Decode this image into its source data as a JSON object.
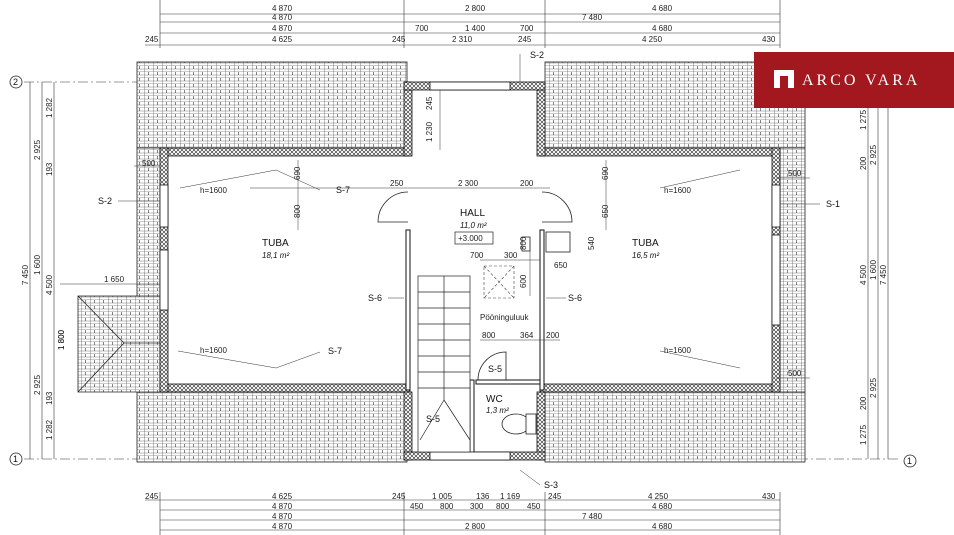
{
  "dims_top": {
    "row1": [
      "4 870",
      "2 800",
      "4 680"
    ],
    "row2": [
      "4 870",
      "7 480"
    ],
    "row3": [
      "4 870",
      "700",
      "1 400",
      "700",
      "4 680"
    ],
    "row4": [
      "245",
      "4 625",
      "245",
      "2 310",
      "245",
      "4 250",
      "430"
    ]
  },
  "dims_bottom": {
    "row1": [
      "245",
      "4 625",
      "245",
      "1 005",
      "136",
      "1 169",
      "245",
      "4 250",
      "430"
    ],
    "row2": [
      "4 870",
      "450",
      "800",
      "300",
      "800",
      "450",
      "4 680"
    ],
    "row3": [
      "4 870",
      "7 480"
    ],
    "row4": [
      "4 870",
      "2 800",
      "4 680"
    ]
  },
  "dims_left": {
    "outer": [
      "7 450"
    ],
    "mid": [
      "2 925",
      "1 600",
      "2 925"
    ],
    "mid2": [
      "4 500"
    ],
    "inner": [
      "1 282",
      "193",
      "1 800",
      "193",
      "1 282"
    ]
  },
  "dims_right": {
    "outer": [
      "7 450"
    ],
    "mid": [
      "2 925",
      "1 600",
      "2 925"
    ],
    "mid2": [
      "4 500"
    ],
    "inner": [
      "1 275",
      "200",
      "200",
      "1 275"
    ]
  },
  "axes": {
    "top": "2",
    "bottom": "1"
  },
  "inner_dims": {
    "d1230": "1 230",
    "d245": "245",
    "d690a": "690",
    "d800a": "800",
    "d500a": "500",
    "d1650": "1 650",
    "d1800": "1 800",
    "d250": "250",
    "d2300": "2 300",
    "d200": "200",
    "d690b": "690",
    "d650": "650",
    "d540": "540",
    "d650b": "650",
    "d500b": "500",
    "d500c": "500",
    "d700": "700",
    "d300": "300",
    "d800b": "800",
    "d600": "600",
    "d800c": "800",
    "d364": "364",
    "d200b": "200"
  },
  "heights": {
    "h1": "h=1600",
    "h2": "h=1600",
    "h3": "h=1600",
    "h4": "h=1600"
  },
  "sections": {
    "s2_top": "S-2",
    "s2_left": "S-2",
    "s1_right": "S-1",
    "s7_top": "S-7",
    "s7_bottom": "S-7",
    "s6_left": "S-6",
    "s6_right": "S-6",
    "s5_top": "S-5",
    "s5_bottom": "S-5",
    "s3": "S-3"
  },
  "rooms": {
    "tuba_left": {
      "name": "TUBA",
      "area": "18,1 m²"
    },
    "tuba_right": {
      "name": "TUBA",
      "area": "16,5 m²"
    },
    "hall": {
      "name": "HALL",
      "area": "11,0 m²",
      "level": "+3.000"
    },
    "wc": {
      "name": "WC",
      "area": "1,3 m²"
    }
  },
  "hatch_label": "Pööninguluuk",
  "logo": {
    "text": "ARCO VARA",
    "color": "#a3171f"
  }
}
